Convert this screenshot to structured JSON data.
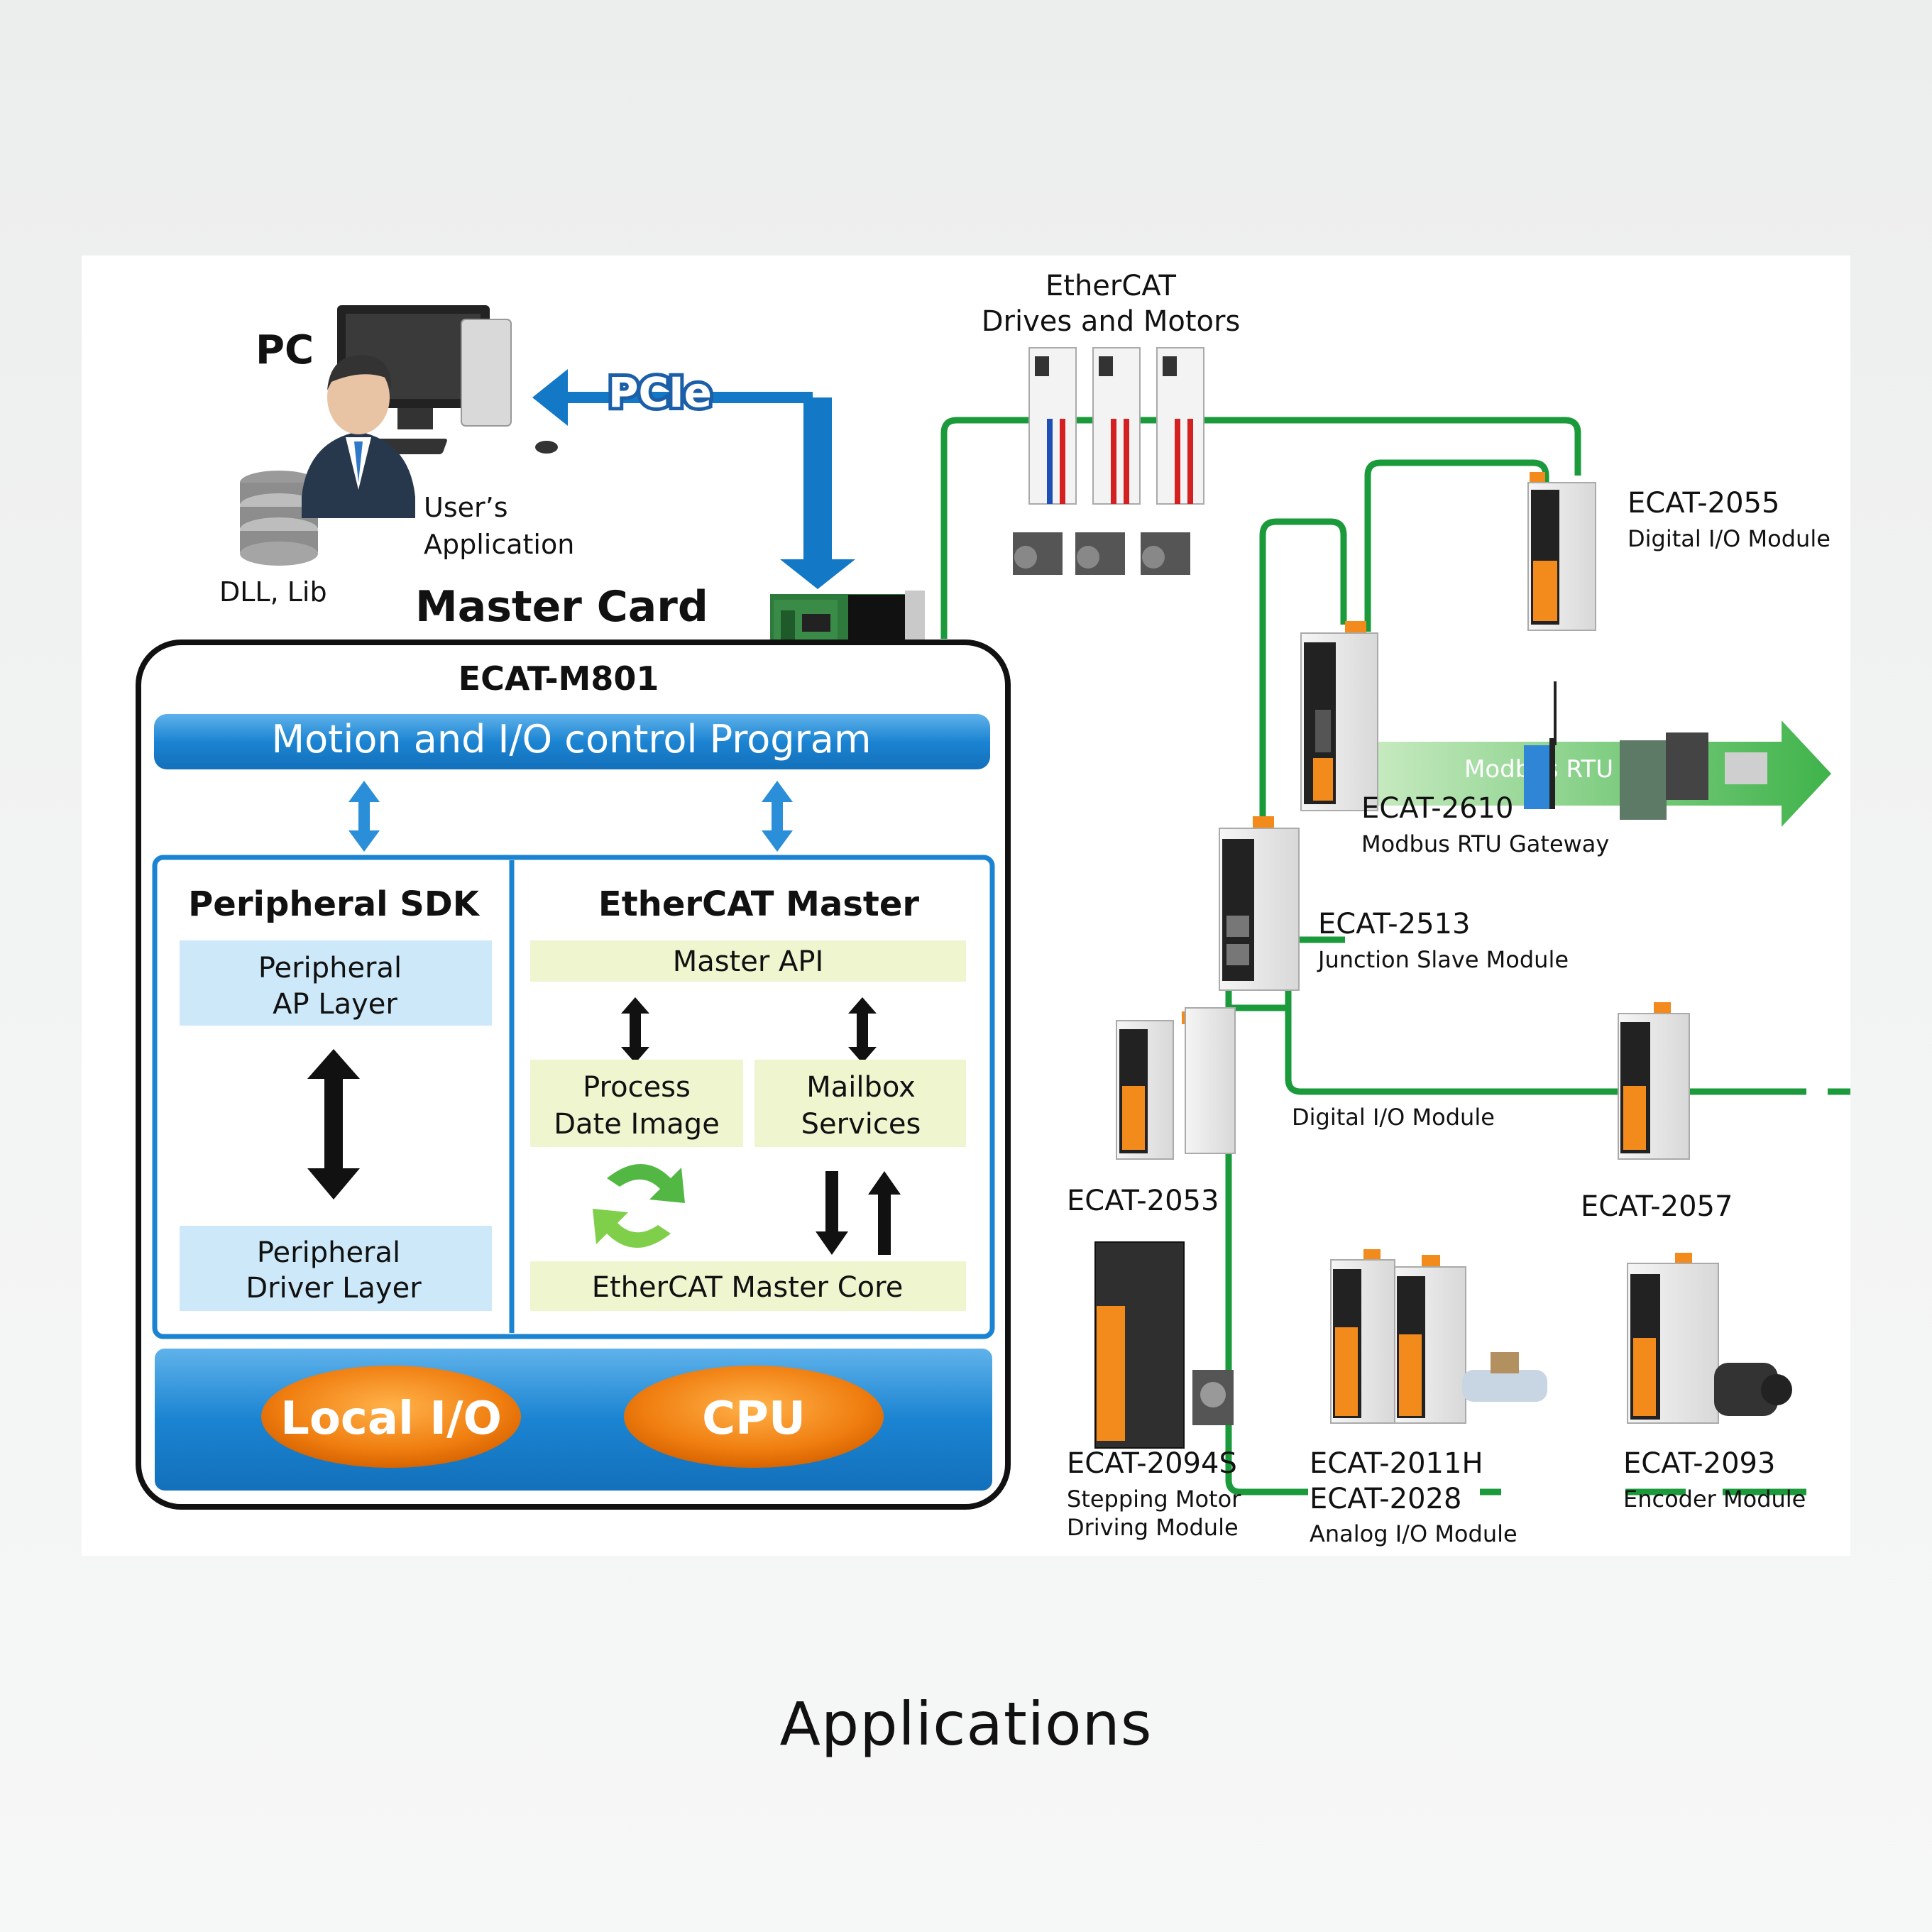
{
  "diagram": {
    "pc": {
      "title": "PC",
      "users_app_line1": "User’s",
      "users_app_line2": "Application",
      "dll": "DLL, Lib"
    },
    "pcie": "PCIe",
    "master_card": {
      "title": "Master Card",
      "model": "ECAT-M801"
    },
    "program_bar": "Motion and I/O control Program",
    "peripheral_sdk": {
      "title": "Peripheral SDK",
      "ap_line1": "Peripheral",
      "ap_line2": "AP Layer",
      "drv_line1": "Peripheral",
      "drv_line2": "Driver Layer"
    },
    "ethercat_master": {
      "title": "EtherCAT Master",
      "api": "Master API",
      "pdi_line1": "Process",
      "pdi_line2": "Date Image",
      "mb_line1": "Mailbox",
      "mb_line2": "Services",
      "core": "EtherCAT Master Core"
    },
    "local_io": "Local I/O",
    "cpu": "CPU",
    "drives": {
      "line1": "EtherCAT",
      "line2": "Drives and Motors"
    },
    "modules": {
      "m2055": {
        "model": "ECAT-2055",
        "desc": "Digital I/O Module"
      },
      "m2610": {
        "model": "ECAT-2610",
        "desc": "Modbus RTU Gateway",
        "bus": "Modbus RTU"
      },
      "m2513": {
        "model": "ECAT-2513",
        "desc": "Junction Slave Module"
      },
      "m2053": {
        "model": "ECAT-2053"
      },
      "dio_desc": "Digital I/O Module",
      "m2057": {
        "model": "ECAT-2057"
      },
      "m2094s": {
        "model": "ECAT-2094S",
        "desc_line1": "Stepping Motor",
        "desc_line2": "Driving Module"
      },
      "m2011h": {
        "model": "ECAT-2011H"
      },
      "m2028": {
        "model": "ECAT-2028",
        "desc": "Analog I/O Module"
      },
      "m2093": {
        "model": "ECAT-2093",
        "desc": "Encoder Module"
      }
    },
    "colors": {
      "ethercat_line": "#1a9a3a",
      "blue_dark": "#1378c6",
      "blue_light": "#cde9f9",
      "cream": "#eef5cf",
      "orange": "#f28a1c"
    }
  },
  "caption": "Applications"
}
